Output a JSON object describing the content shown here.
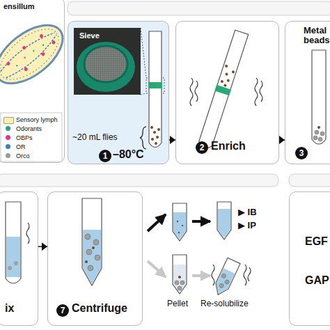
{
  "diagram": {
    "nodes": [
      {
        "text": [
          "ensillum"
        ]
      },
      {
        "text": [
          "1",
          "–80°C"
        ]
      },
      {
        "text": [
          "2",
          "Enrich"
        ]
      },
      {
        "text": [
          "Metal beads",
          "3"
        ]
      },
      {
        "text": [
          "ix"
        ]
      },
      {
        "text": [
          "7",
          "Centrifuge"
        ]
      },
      {
        "text": [
          "EGF",
          "GAP"
        ]
      }
    ],
    "edges": [
      {
        "from": 1,
        "to": 2,
        "arrow": "to"
      },
      {
        "from": 2,
        "to": 3,
        "arrow": "to"
      },
      {
        "from": 4,
        "to": 5,
        "arrow": "to"
      }
    ],
    "labels": [
      "Sieve",
      "~20 mL flies",
      "Pellet",
      "Re-solubilize",
      "▶ IB",
      "▶ IP"
    ],
    "legend": [
      {
        "text": "Sensory lymph",
        "color": "#fbf0b8"
      },
      {
        "text": "Odorants",
        "color": "#2e9d8f"
      },
      {
        "text": "OBPs",
        "color": "#e8357f"
      },
      {
        "text": "OR",
        "color": "#3d7fc1"
      },
      {
        "text": "Orco",
        "color": "#9a9a9a"
      }
    ]
  }
}
